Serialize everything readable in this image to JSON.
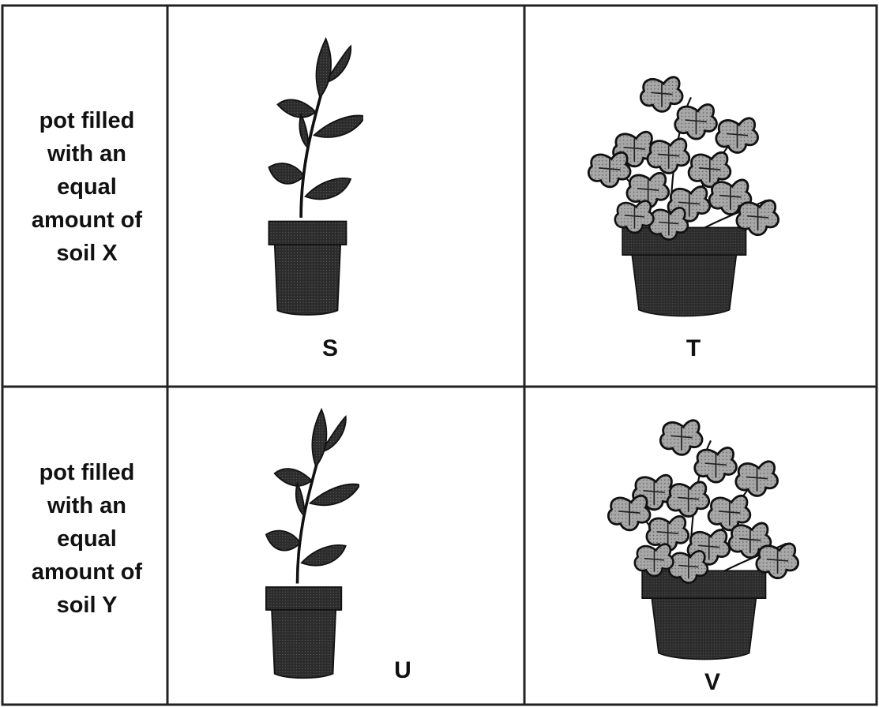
{
  "rows": [
    {
      "label_lines": [
        "pot filled",
        "with an",
        "equal",
        "amount of",
        "soil X"
      ]
    },
    {
      "label_lines": [
        "pot filled",
        "with an",
        "equal",
        "amount of",
        "soil Y"
      ]
    }
  ],
  "pots": [
    {
      "label": "S",
      "plant": "leafy-sapling",
      "soil": "X"
    },
    {
      "label": "T",
      "plant": "clover",
      "soil": "X"
    },
    {
      "label": "U",
      "plant": "leafy-sapling",
      "soil": "Y"
    },
    {
      "label": "V",
      "plant": "clover",
      "soil": "Y"
    }
  ],
  "colors": {
    "ink": "#111111",
    "pot": "#2a2a2a",
    "leaf": "#3a3a3a",
    "clover_fill": "#9a9a9a"
  }
}
